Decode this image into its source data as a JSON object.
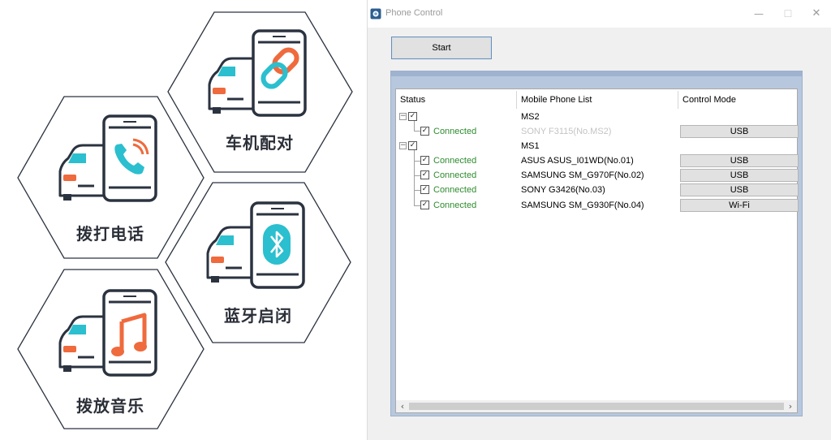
{
  "features": [
    {
      "label": "车机配对",
      "icon": "link-icon"
    },
    {
      "label": "拨打电话",
      "icon": "phone-call-icon"
    },
    {
      "label": "蓝牙启闭",
      "icon": "bluetooth-icon"
    },
    {
      "label": "拨放音乐",
      "icon": "music-note-icon"
    }
  ],
  "colors": {
    "teal": "#2bbfcf",
    "orange": "#ef6a3d",
    "dark": "#2b3340",
    "connected_green": "#2e8b2e"
  },
  "window": {
    "title": "Phone Control",
    "start_label": "Start",
    "columns": {
      "status": "Status",
      "list": "Mobile Phone List",
      "mode": "Control Mode"
    },
    "groups": [
      {
        "name": "MS2",
        "devices": [
          {
            "status": "Connected",
            "name": "SONY F3115(No.MS2)",
            "mode": "USB",
            "disabled": true
          }
        ]
      },
      {
        "name": "MS1",
        "devices": [
          {
            "status": "Connected",
            "name": "ASUS ASUS_I01WD(No.01)",
            "mode": "USB"
          },
          {
            "status": "Connected",
            "name": "SAMSUNG SM_G970F(No.02)",
            "mode": "USB"
          },
          {
            "status": "Connected",
            "name": "SONY G3426(No.03)",
            "mode": "USB"
          },
          {
            "status": "Connected",
            "name": "SAMSUNG SM_G930F(No.04)",
            "mode": "Wi-Fi"
          }
        ]
      }
    ]
  }
}
